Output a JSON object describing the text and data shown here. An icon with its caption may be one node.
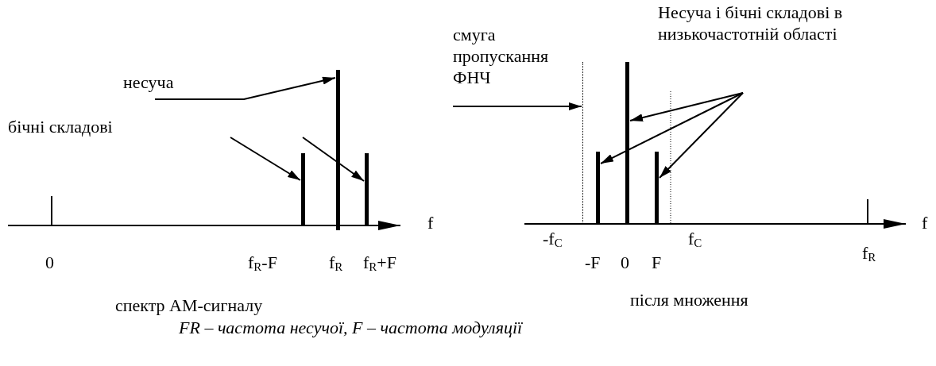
{
  "diagram": {
    "caption": "FR – частота несучої, F – частота модуляції",
    "nodes": [
      {
        "text": [
          "несуча"
        ]
      },
      {
        "text": [
          "бічні складові"
        ]
      },
      {
        "text": [],
        "shape": "bar"
      },
      {
        "text": [],
        "shape": "bar"
      },
      {
        "text": [],
        "shape": "bar"
      },
      {
        "text": [
          "смуга пропускання ФНЧ"
        ]
      },
      {
        "text": [],
        "shape": "line"
      },
      {
        "text": [
          "Несуча і бічні складові в низькочастотній області"
        ]
      },
      {
        "text": [],
        "shape": "bar"
      },
      {
        "text": [],
        "shape": "bar"
      },
      {
        "text": [],
        "shape": "bar"
      }
    ],
    "edges": [
      {
        "from": 0,
        "to": 3,
        "arrow": "to"
      },
      {
        "from": null,
        "to": 2,
        "arrow": "to"
      },
      {
        "from": null,
        "to": 4,
        "arrow": "to"
      },
      {
        "from": 5,
        "to": 6,
        "arrow": "to"
      },
      {
        "from": 7,
        "to": 9,
        "arrow": "to"
      },
      {
        "from": 7,
        "to": 8,
        "arrow": "to"
      },
      {
        "from": 7,
        "to": 10,
        "arrow": "to"
      }
    ],
    "labels": [
      "0",
      "f$_{R}$-F",
      "f$_{R}$",
      "f$_{R}$+F",
      "f",
      "-f$_{C}$",
      "-F",
      "0",
      "F",
      "f$_{C}$",
      "f$_{R}$",
      "f",
      "спектр АМ-сигналу",
      "після множення"
    ]
  }
}
